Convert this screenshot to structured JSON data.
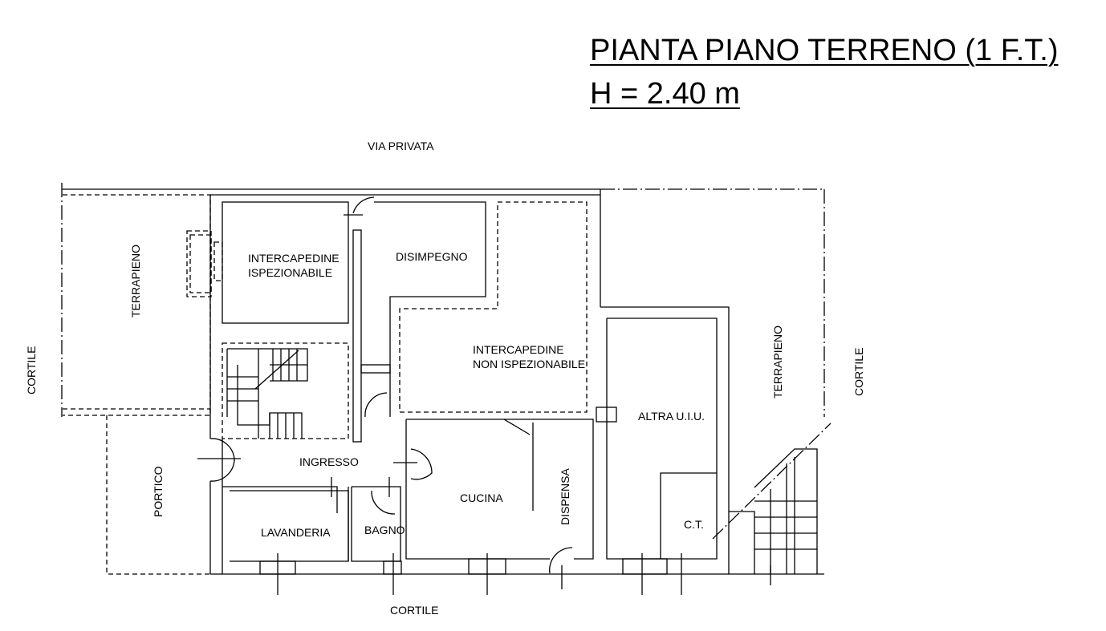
{
  "title": {
    "line1": "PIANTA PIANO TERRENO (1 F.T.)",
    "line2": "H = 2.40 m"
  },
  "labels": {
    "via_privata": "VIA PRIVATA",
    "cortile_left": "CORTILE",
    "cortile_right": "CORTILE",
    "cortile_bottom": "CORTILE",
    "terrapieno_left": "TERRAPIENO",
    "terrapieno_right": "TERRAPIENO",
    "intercapedine_isp_1": "INTERCAPEDINE",
    "intercapedine_isp_2": "ISPEZIONABILE",
    "disimpegno": "DISIMPEGNO",
    "intercapedine_non_1": "INTERCAPEDINE",
    "intercapedine_non_2": "NON ISPEZIONABILE",
    "altra_uiu": "ALTRA U.I.U.",
    "ingresso": "INGRESSO",
    "portico": "PORTICO",
    "cucina": "CUCINA",
    "dispensa": "DISPENSA",
    "lavanderia": "LAVANDERIA",
    "bagno": "BAGNO",
    "ct": "C.T."
  }
}
